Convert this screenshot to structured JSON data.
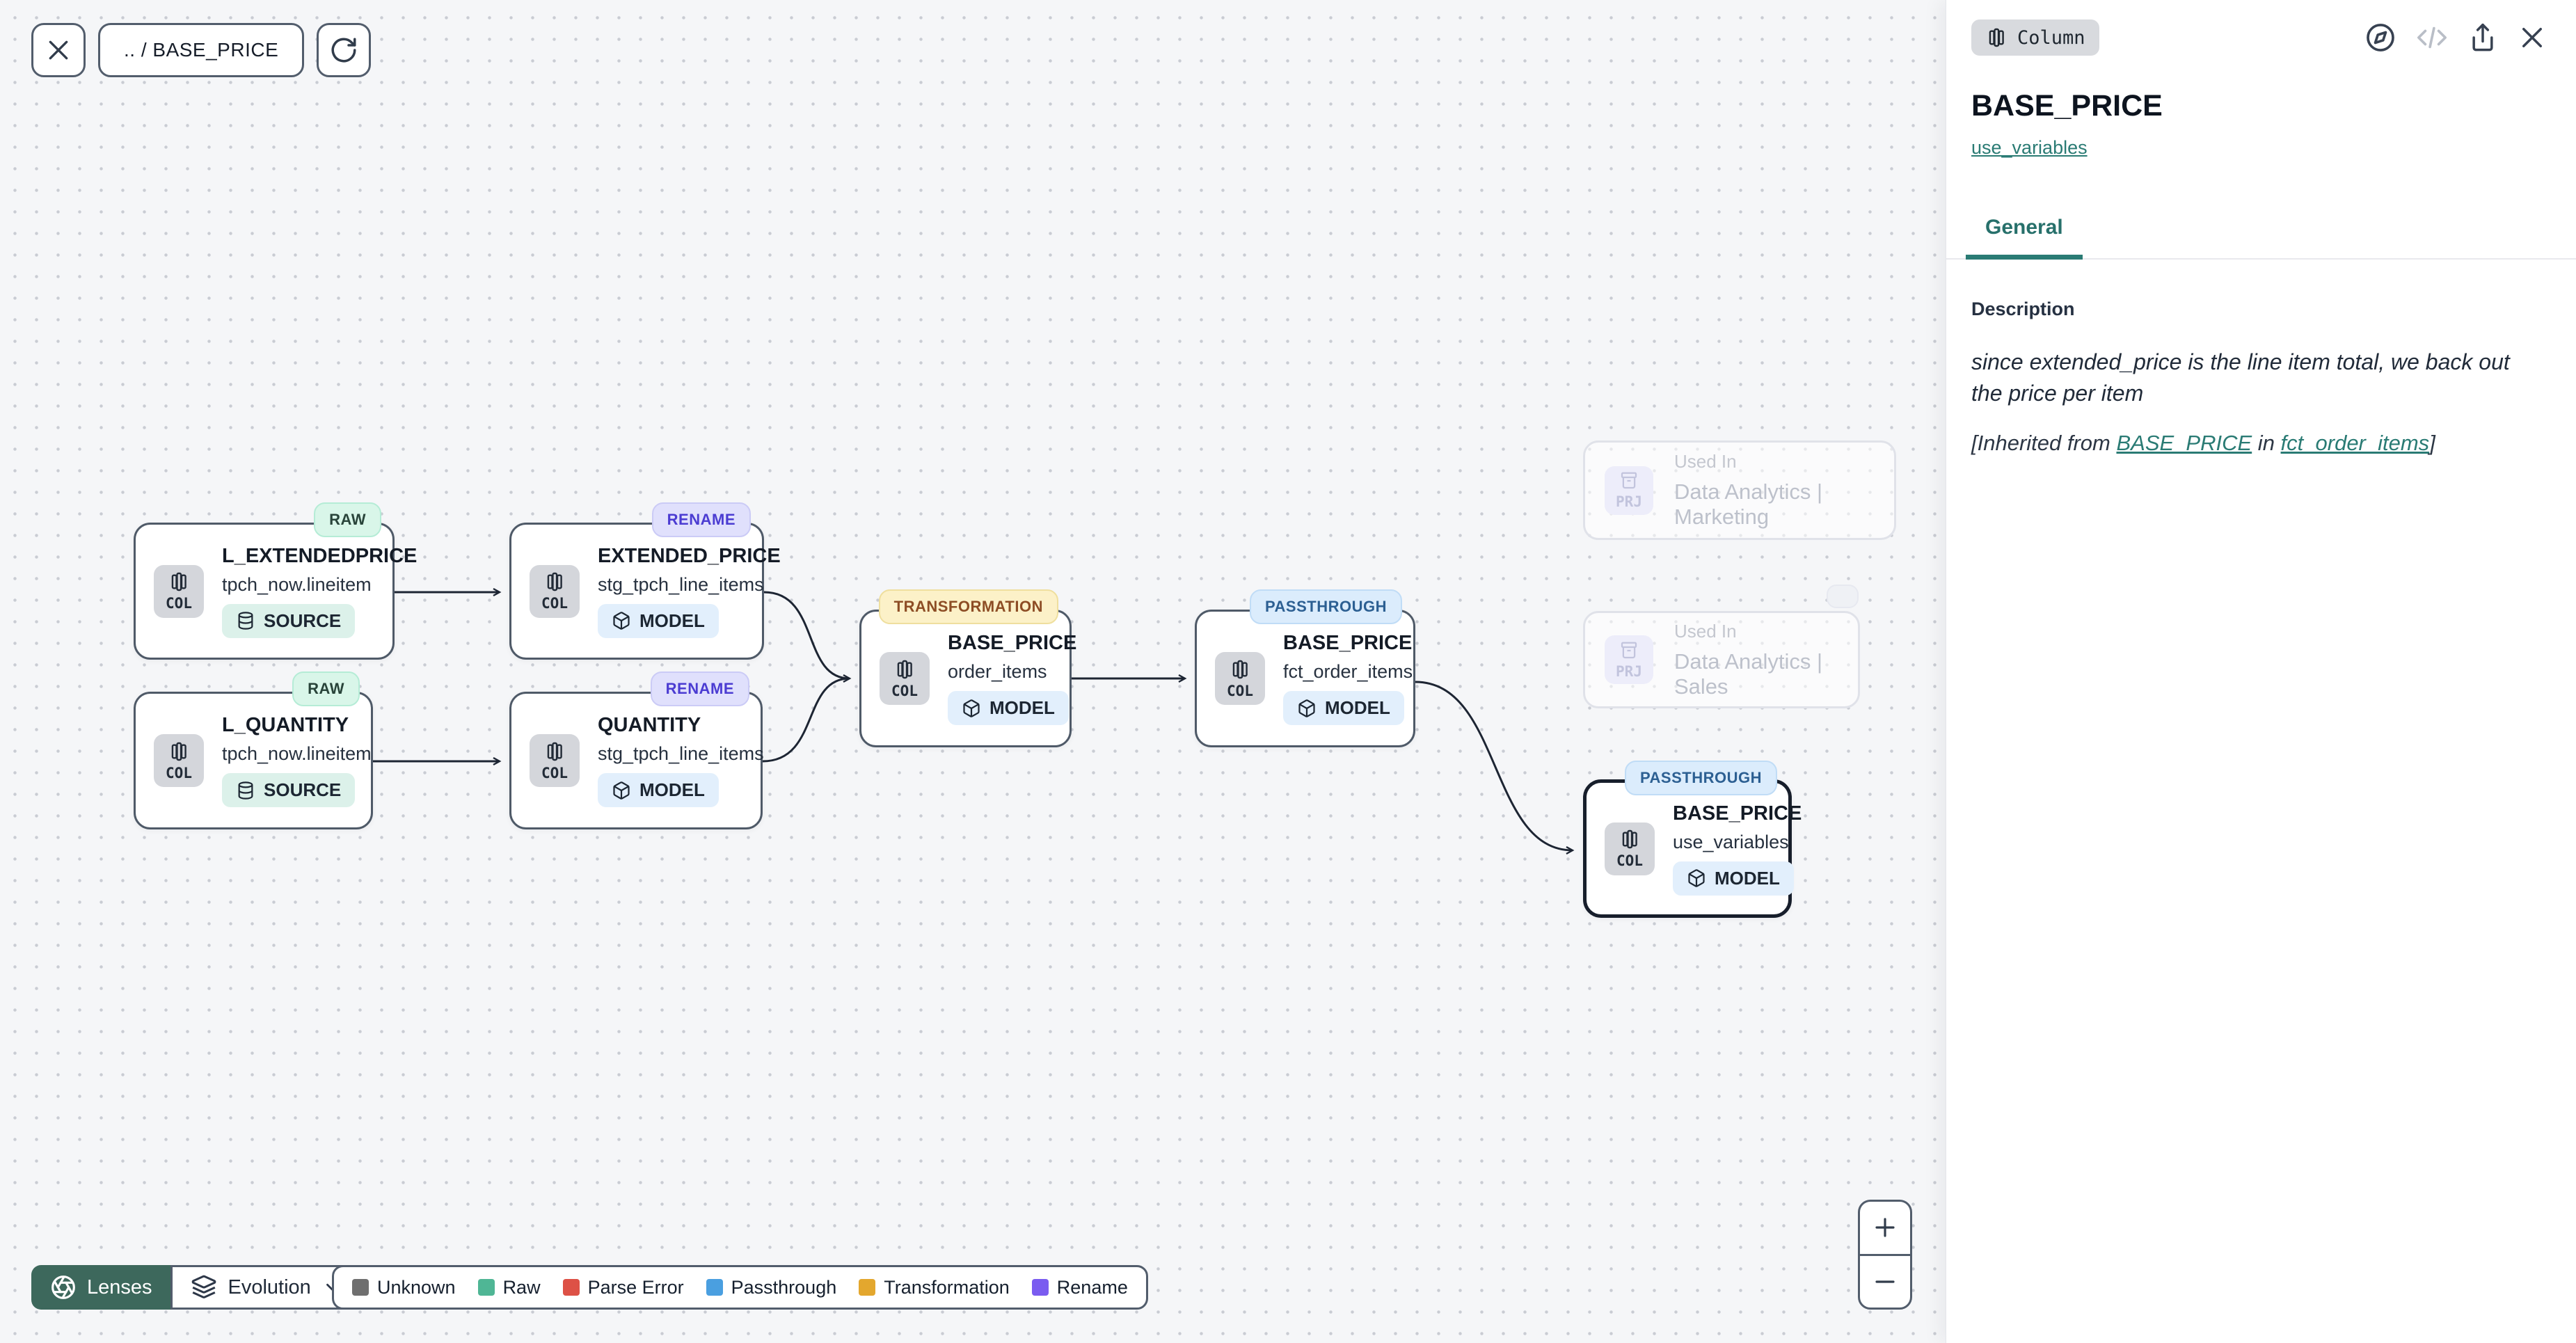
{
  "toolbar": {
    "breadcrumb": ".. / BASE_PRICE"
  },
  "graph": {
    "nodes": [
      {
        "badge": "RAW",
        "title": "L_EXTENDEDPRICE",
        "subtitle": "tpch_now.lineitem",
        "kind": "SOURCE",
        "type_label": "COL"
      },
      {
        "badge": "RENAME",
        "title": "EXTENDED_PRICE",
        "subtitle": "stg_tpch_line_items",
        "kind": "MODEL",
        "type_label": "COL"
      },
      {
        "badge": "RAW",
        "title": "L_QUANTITY",
        "subtitle": "tpch_now.lineitem",
        "kind": "SOURCE",
        "type_label": "COL"
      },
      {
        "badge": "RENAME",
        "title": "QUANTITY",
        "subtitle": "stg_tpch_line_items",
        "kind": "MODEL",
        "type_label": "COL"
      },
      {
        "badge": "TRANSFORMATION",
        "title": "BASE_PRICE",
        "subtitle": "order_items",
        "kind": "MODEL",
        "type_label": "COL"
      },
      {
        "badge": "PASSTHROUGH",
        "title": "BASE_PRICE",
        "subtitle": "fct_order_items",
        "kind": "MODEL",
        "type_label": "COL"
      },
      {
        "badge": "PASSTHROUGH",
        "title": "BASE_PRICE",
        "subtitle": "use_variables",
        "kind": "MODEL",
        "type_label": "COL"
      }
    ],
    "used_in": [
      {
        "label": "Used In",
        "name": "Data Analytics | Marketing",
        "type_label": "PRJ"
      },
      {
        "label": "Used In",
        "name": "Data Analytics | Sales",
        "type_label": "PRJ"
      }
    ]
  },
  "controls": {
    "lenses_label": "Lenses",
    "lens_selected": "Evolution"
  },
  "legend": {
    "items": [
      {
        "label": "Unknown",
        "color": "#6f6f6f"
      },
      {
        "label": "Raw",
        "color": "#4fb695"
      },
      {
        "label": "Parse Error",
        "color": "#dd5146"
      },
      {
        "label": "Passthrough",
        "color": "#4a9fe0"
      },
      {
        "label": "Transformation",
        "color": "#e3a72e"
      },
      {
        "label": "Rename",
        "color": "#7a5cf0"
      }
    ]
  },
  "panel": {
    "type_badge": "Column",
    "title": "BASE_PRICE",
    "link": "use_variables",
    "tabs": [
      {
        "label": "General",
        "active": true
      }
    ],
    "description": {
      "heading": "Description",
      "body": "since extended_price is the line item total, we back out the price per item",
      "inherited_prefix": "[Inherited from ",
      "inherited_link1": "BASE_PRICE",
      "inherited_mid": " in ",
      "inherited_link2": "fct_order_items",
      "inherited_suffix": "]"
    },
    "accent_color": "#2a7b74"
  }
}
